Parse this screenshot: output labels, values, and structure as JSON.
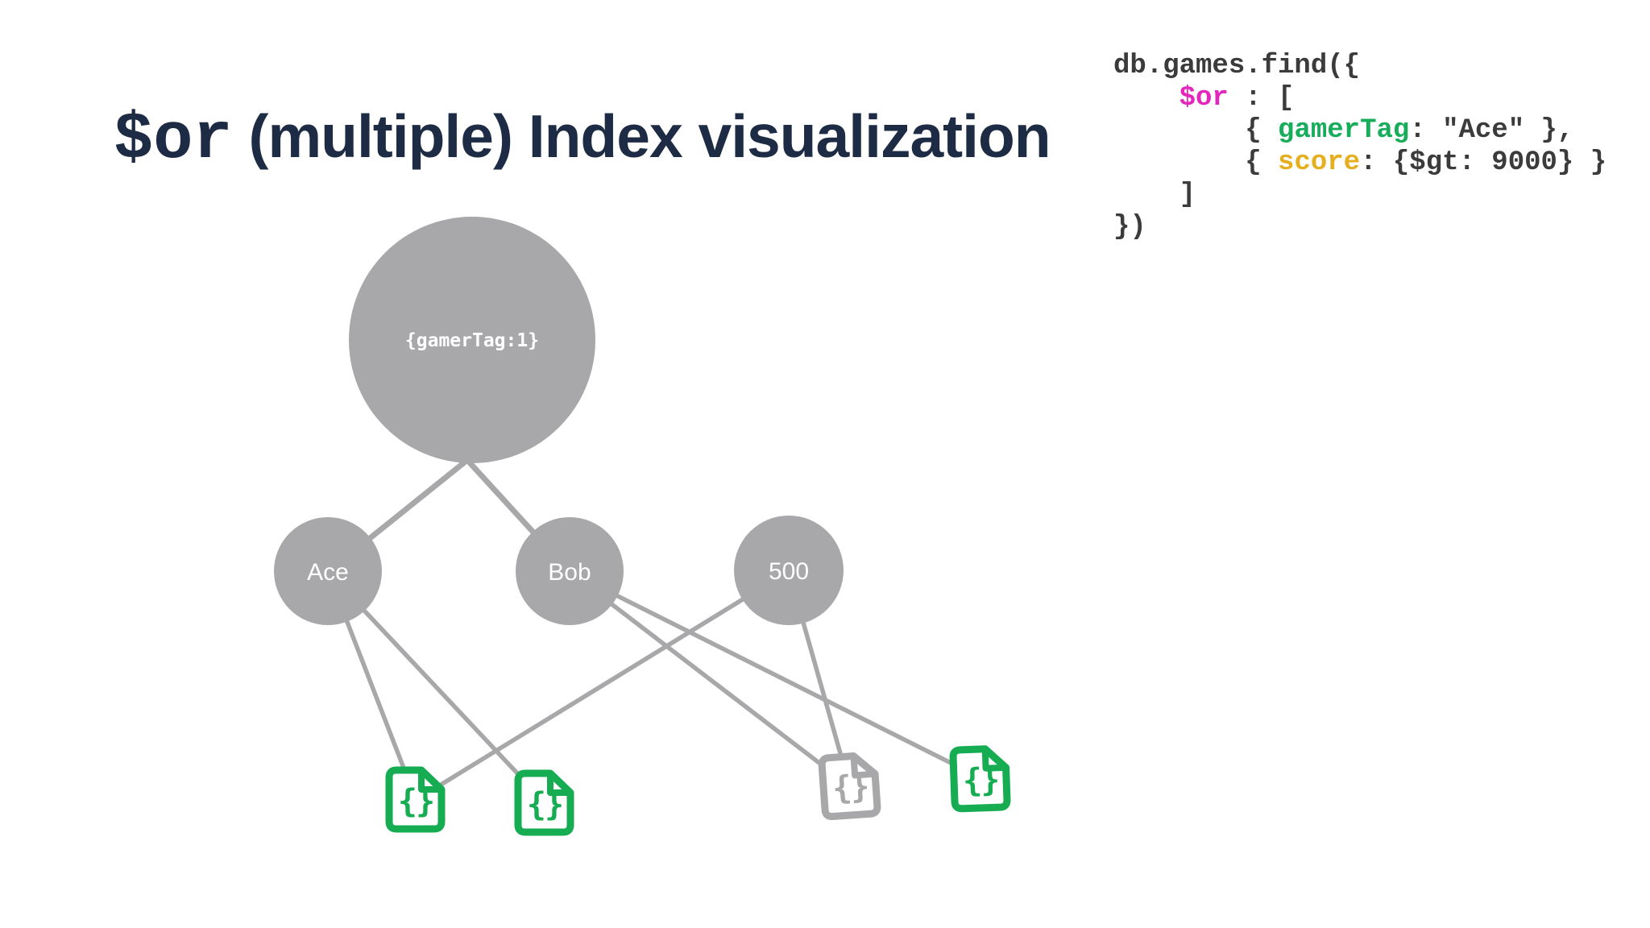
{
  "colors": {
    "bg": "#ffffff",
    "title": "#1d2c44",
    "gray": "#a8a8aa",
    "green": "#16ac52",
    "node-text": "#ffffff",
    "code-default": "#3b3b3b",
    "code-pink": "#e327bd",
    "code-green": "#17ad5b",
    "code-amber": "#e6af1f"
  },
  "title": {
    "keyword": "$or",
    "rest": " (multiple) Index visualization"
  },
  "code": {
    "lines": [
      [
        {
          "t": "db.games.find({",
          "c": "code-default"
        }
      ],
      [
        {
          "t": "    ",
          "c": "code-default"
        },
        {
          "t": "$or",
          "c": "code-pink"
        },
        {
          "t": " : [",
          "c": "code-default"
        }
      ],
      [
        {
          "t": "        { ",
          "c": "code-default"
        },
        {
          "t": "gamerTag",
          "c": "code-green"
        },
        {
          "t": ": \"Ace\" },",
          "c": "code-default"
        }
      ],
      [
        {
          "t": "        { ",
          "c": "code-default"
        },
        {
          "t": "score",
          "c": "code-amber"
        },
        {
          "t": ": {$gt: 9000} }",
          "c": "code-default"
        }
      ],
      [
        {
          "t": "    ]",
          "c": "code-default"
        }
      ],
      [
        {
          "t": "})",
          "c": "code-default"
        }
      ]
    ]
  },
  "diagram": {
    "root": {
      "label": "{gamerTag:1}"
    },
    "nodes": [
      {
        "label": "Ace"
      },
      {
        "label": "Bob"
      },
      {
        "label": "500"
      }
    ],
    "doc_glyph": "{}",
    "docs": [
      {
        "id": "doc-1",
        "color": "green"
      },
      {
        "id": "doc-2",
        "color": "green"
      },
      {
        "id": "doc-3",
        "color": "gray"
      },
      {
        "id": "doc-4",
        "color": "green"
      }
    ]
  }
}
